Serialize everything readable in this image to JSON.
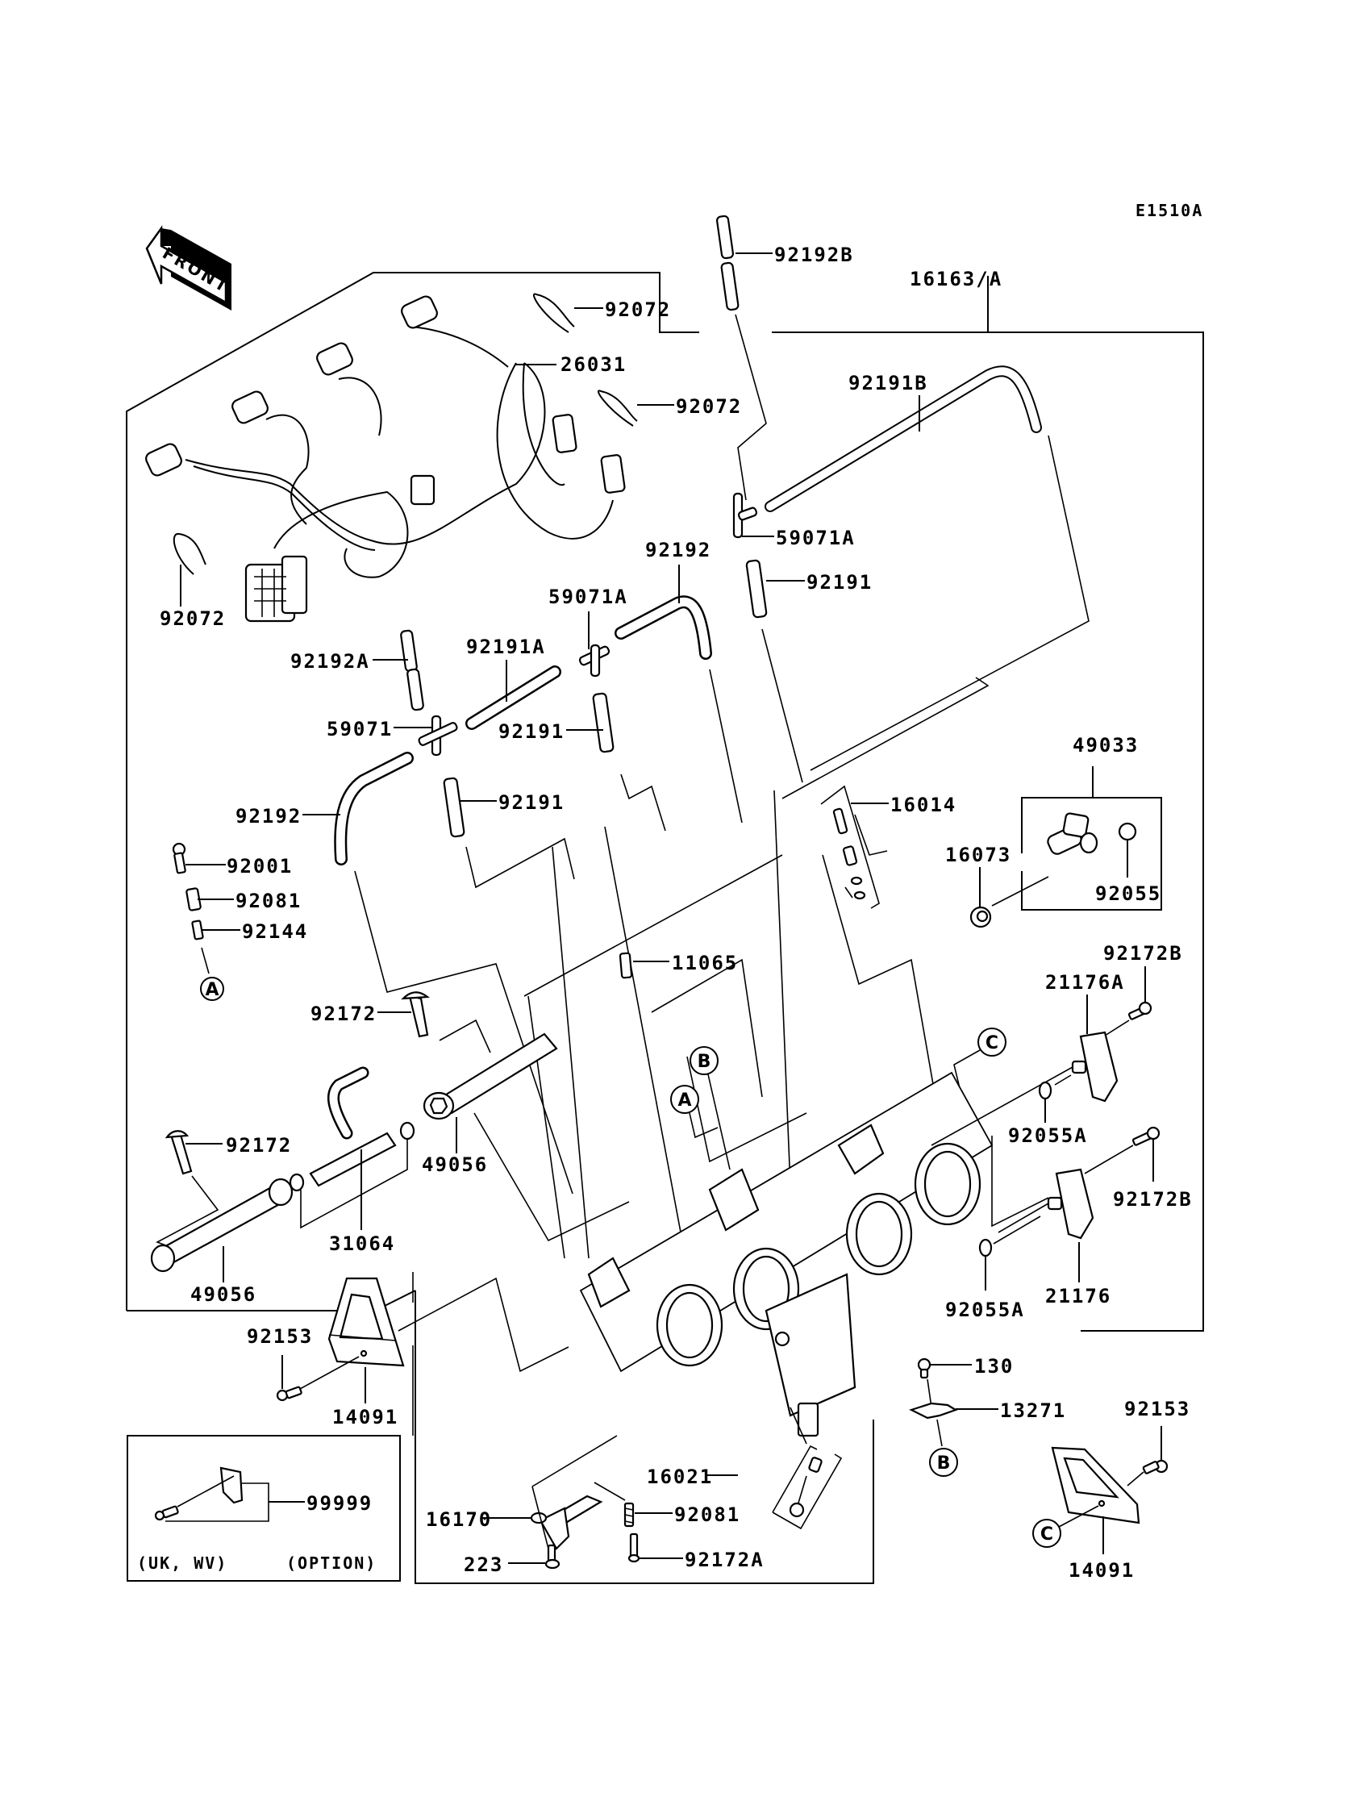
{
  "diagram": {
    "code": "E1510A",
    "front_arrow": "FRONT",
    "assembly_label": "16163/A",
    "callouts": {
      "p92192B": "92192B",
      "p92072_1": "92072",
      "p26031": "26031",
      "p92072_2": "92072",
      "p92191B": "92191B",
      "p59071A_1": "59071A",
      "p92192_1": "92192",
      "p92191_1": "92191",
      "p92072_3": "92072",
      "p59071A_2": "59071A",
      "p92191A": "92191A",
      "p92192A": "92192A",
      "p59071": "59071",
      "p92191_2": "92191",
      "p92191_3": "92191",
      "p92192_2": "92192",
      "p16014": "16014",
      "p49033": "49033",
      "p16073": "16073",
      "p92055": "92055",
      "p92001": "92001",
      "p92081_1": "92081",
      "p92144": "92144",
      "p11065": "11065",
      "p92172B_1": "92172B",
      "p21176A": "21176A",
      "p92172_1": "92172",
      "p92055A_1": "92055A",
      "p92172B_2": "92172B",
      "p92172_2": "92172",
      "p49056_1": "49056",
      "p31064": "31064",
      "p21176": "21176",
      "p49056_2": "49056",
      "p92055A_2": "92055A",
      "p92153_1": "92153",
      "p14091_1": "14091",
      "p130": "130",
      "p13271": "13271",
      "p92153_2": "92153",
      "p16021": "16021",
      "p99999": "99999",
      "p16170": "16170",
      "p92081_2": "92081",
      "p223": "223",
      "p92172A": "92172A",
      "p14091_2": "14091"
    },
    "reference_marks": {
      "A": "A",
      "B": "B",
      "C": "C"
    },
    "option_box": {
      "region": "(UK, WV)",
      "note": "(OPTION)"
    }
  }
}
